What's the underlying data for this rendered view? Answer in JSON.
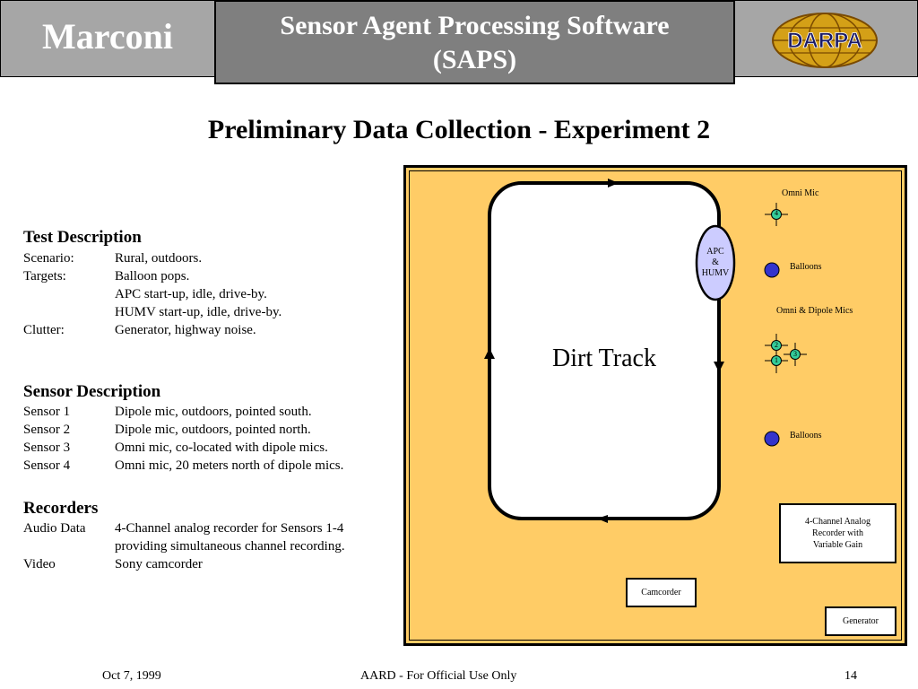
{
  "header": {
    "left_logo": "Marconi",
    "title_line1": "Sensor Agent Processing Software",
    "title_line2": "(SAPS)",
    "right_logo": "DARPA"
  },
  "slide_title": "Preliminary Data Collection - Experiment 2",
  "test_description": {
    "heading": "Test Description",
    "rows": [
      {
        "k": "Scenario:",
        "v": "Rural, outdoors."
      },
      {
        "k": "Targets:",
        "v": "Balloon pops."
      },
      {
        "k": "",
        "v": "APC start-up, idle, drive-by."
      },
      {
        "k": "",
        "v": "HUMV start-up, idle, drive-by."
      },
      {
        "k": "Clutter:",
        "v": "Generator, highway noise."
      }
    ]
  },
  "sensor_description": {
    "heading": "Sensor Description",
    "rows": [
      {
        "k": "Sensor 1",
        "v": "Dipole mic, outdoors, pointed south."
      },
      {
        "k": "Sensor 2",
        "v": "Dipole mic, outdoors, pointed north."
      },
      {
        "k": "Sensor 3",
        "v": "Omni mic, co-located with dipole mics."
      },
      {
        "k": "Sensor 4",
        "v": "Omni mic, 20 meters north of dipole mics."
      }
    ]
  },
  "recorders": {
    "heading": "Recorders",
    "rows": [
      {
        "k": "Audio Data",
        "v": "4-Channel analog recorder for Sensors 1-4"
      },
      {
        "k": "",
        "v": "providing simultaneous channel recording."
      },
      {
        "k": "Video",
        "v": "Sony camcorder"
      }
    ]
  },
  "diagram": {
    "track_label": "Dirt Track",
    "vehicle_line1": "APC",
    "vehicle_line2": "&",
    "vehicle_line3": "HUMV",
    "omni_mic_label": "Omni Mic",
    "balloons_label_1": "Balloons",
    "omni_dipole_label": "Omni & Dipole Mics",
    "balloons_label_2": "Balloons",
    "sensor_4": "4",
    "sensor_2": "2",
    "sensor_1": "1",
    "sensor_3": "3",
    "recorder_line1": "4-Channel Analog",
    "recorder_line2": "Recorder with",
    "recorder_line3": "Variable Gain",
    "camcorder": "Camcorder",
    "generator": "Generator",
    "colors": {
      "background": "#ffcc66",
      "sensor": "#33cc99",
      "balloon": "#3333cc",
      "vehicle": "#ccccff"
    }
  },
  "footer": {
    "date": "Oct 7, 1999",
    "center": "AARD - For Official Use Only",
    "page": "14"
  }
}
